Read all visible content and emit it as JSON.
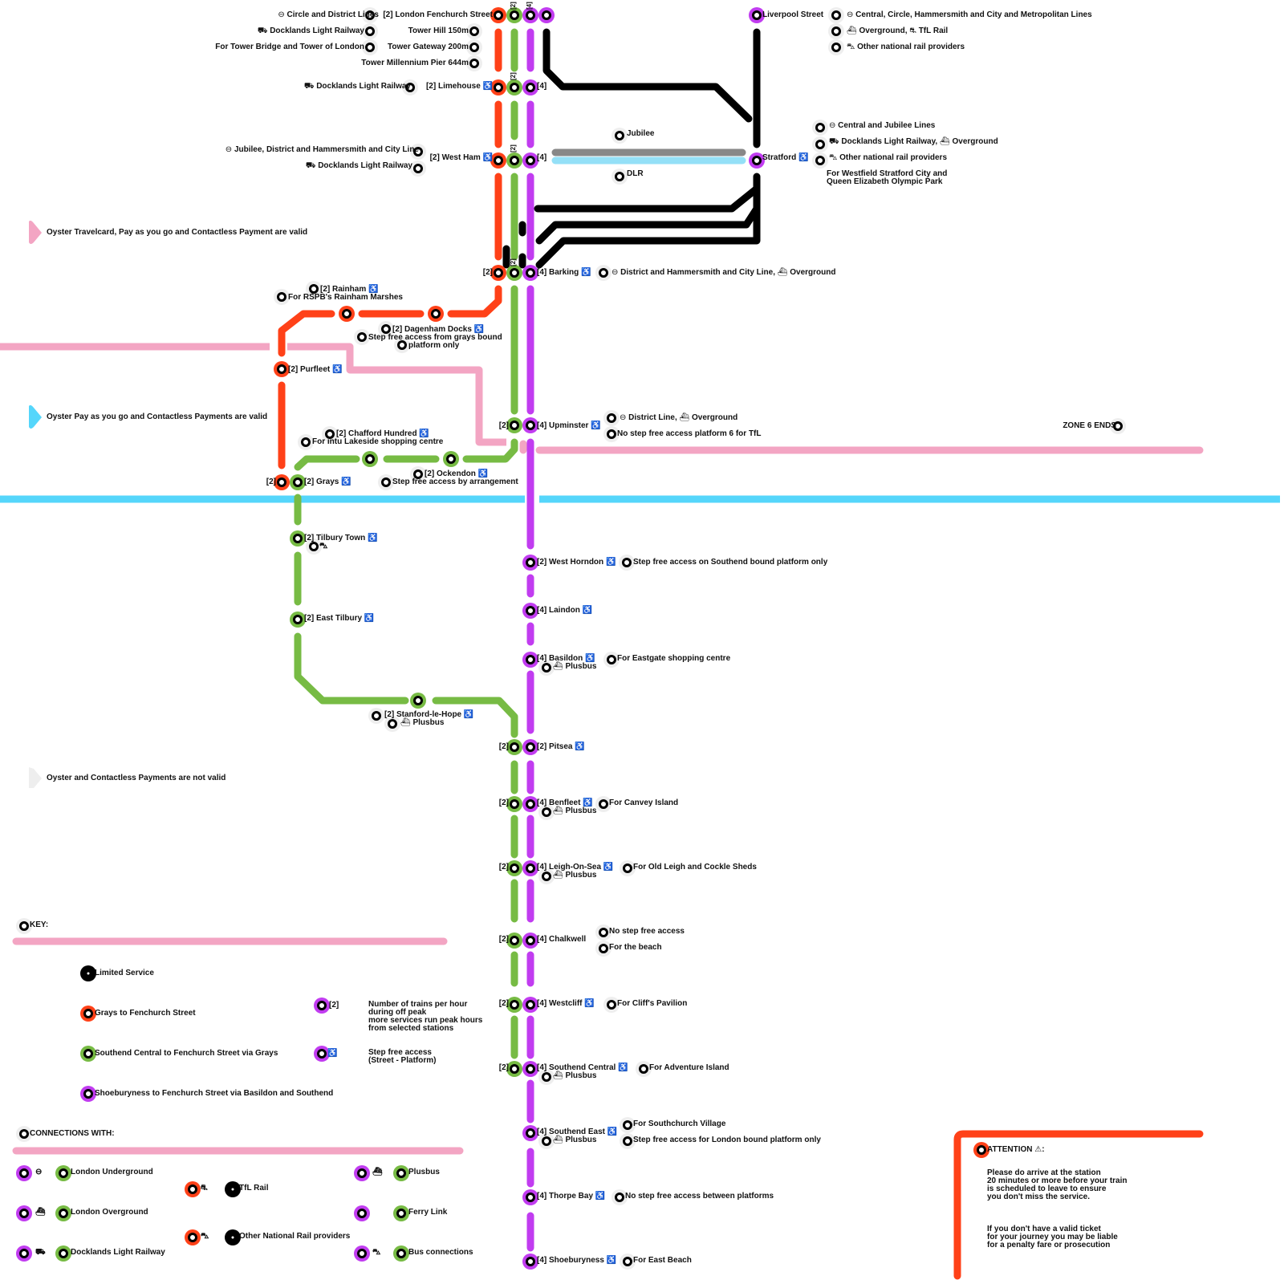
{
  "colors": {
    "grays": "#ff4118",
    "southend_grays": "#77bb44",
    "shoeburyness": "#c13cf0",
    "limited": "#000000",
    "zone_pink": "#f3a5c3",
    "zone_blue": "#55d6fb",
    "jubilee_grey": "#888888",
    "dlr_blue": "#94e0f7",
    "marker_halo": "#eeeeee"
  },
  "icons": {
    "underground": "⊖",
    "dlr": "⛟",
    "overground": "⛴",
    "tfl_rail": "⛐",
    "national_rail": "⛍",
    "bus": "⛍",
    "step_free": "♿",
    "warning": "⚠"
  },
  "stations": {
    "fenchurch": {
      "name": "[2] London Fenchurch Street",
      "col2": "[2]",
      "col4": "[4]",
      "notes_left": [
        "Circle and District Lines",
        "Docklands Light Railway",
        "For Tower Bridge and Tower of London"
      ],
      "walks": [
        "Tower Hill 150m",
        "Tower Gateway 200m",
        "Tower Millennium Pier 644m"
      ]
    },
    "liverpool": {
      "name": "Liverpool Street",
      "notes": [
        "Central, Circle, Hammersmith and City and Metropolitan Lines",
        "Overground,",
        "TfL Rail",
        "Other national rail providers"
      ]
    },
    "limehouse": {
      "name": "[2] Limehouse",
      "col2": "[2]",
      "col4": "[4]",
      "note": "Docklands Light Railway"
    },
    "westham": {
      "name": "[2] West Ham",
      "col2": "[2]",
      "col4": "[4]",
      "notes": [
        "Jubilee, District and Hammersmith and City Line",
        "Docklands Light Railway"
      ]
    },
    "stratford": {
      "name": "Stratford",
      "jubilee": "Jubilee",
      "dlr": "DLR",
      "notes": [
        "Central and Jubilee Lines",
        "Docklands Light Railway,",
        "Overground",
        "Other national rail providers",
        "For Westfield Stratford City and",
        "Queen Elizabeth Olympic Park"
      ]
    },
    "barking": {
      "name": "[4] Barking",
      "left": "[2]",
      "col2": "[2]",
      "note": "District and Hammersmith and City Line,",
      "note2": "Overground"
    },
    "rainham": {
      "name": "[2] Rainham",
      "note": "For RSPB's Rainham Marshes"
    },
    "dagenham": {
      "name": "[2] Dagenham Docks",
      "note1": "Step free access from grays bound",
      "note2": "platform only"
    },
    "purfleet": {
      "name": "[2] Purfleet"
    },
    "upminster": {
      "name": "[4] Upminster",
      "left": "[2]",
      "note1": "District Line,",
      "note1b": "Overground",
      "note2": "No step free access platform 6 for TfL"
    },
    "chafford": {
      "name": "[2] Chafford Hundred",
      "note": "For intu Lakeside shopping centre"
    },
    "ockendon": {
      "name": "[2] Ockendon",
      "note": "Step free access by arrangement"
    },
    "grays": {
      "name": "[2] Grays",
      "left": "[2]"
    },
    "tilbury_town": {
      "name": "[2] Tilbury Town"
    },
    "east_tilbury": {
      "name": "[2] East Tilbury"
    },
    "stanford": {
      "name": "[2] Stanford-le-Hope",
      "bus": "Plusbus"
    },
    "west_horndon": {
      "name": "[2] West Horndon",
      "note": "Step free access on Southend bound platform only"
    },
    "laindon": {
      "name": "[4] Laindon"
    },
    "basildon": {
      "name": "[4] Basildon",
      "bus": "Plusbus",
      "note": "For Eastgate shopping centre"
    },
    "pitsea": {
      "name": "[2] Pitsea",
      "left": "[2]"
    },
    "benfleet": {
      "name": "[4] Benfleet",
      "left": "[2]",
      "bus": "Plusbus",
      "note": "For Canvey Island"
    },
    "leigh": {
      "name": "[4] Leigh-On-Sea",
      "left": "[2]",
      "bus": "Plusbus",
      "note": "For Old Leigh and Cockle Sheds"
    },
    "chalkwell": {
      "name": "[4] Chalkwell",
      "left": "[2]",
      "note1": "No step free access",
      "note2": "For the beach"
    },
    "westcliff": {
      "name": "[4] Westcliff",
      "left": "[2]",
      "note": "For Cliff's Pavilion"
    },
    "southend_central": {
      "name": "[4] Southend Central",
      "left": "[2]",
      "bus": "Plusbus",
      "note": "For Adventure Island"
    },
    "southend_east": {
      "name": "[4] Southend East",
      "bus": "Plusbus",
      "note1": "For Southchurch Village",
      "note2": "Step free access for London bound platform only"
    },
    "thorpe_bay": {
      "name": "[4] Thorpe Bay",
      "note": "No step free access between platforms"
    },
    "shoeburyness": {
      "name": "[4] Shoeburyness",
      "note": "For East Beach"
    }
  },
  "zones": {
    "pink": "Oyster Travelcard, Pay as you go and Contactless Payment are valid",
    "blue": "Oyster Pay as you go and Contactless Payments are valid",
    "grey": "Oyster and Contactless Payments are not valid",
    "zone6": "ZONE 6 ENDS"
  },
  "key": {
    "title": "KEY:",
    "lines": [
      {
        "label": "Limited Service",
        "color": "#000000"
      },
      {
        "label": "Grays to Fenchurch Street",
        "color": "#ff4118"
      },
      {
        "label": "Southend Central to Fenchurch Street via Grays",
        "color": "#77bb44"
      },
      {
        "label": "Shoeburyness to Fenchurch Street via Basildon and Southend",
        "color": "#c13cf0"
      }
    ],
    "trains_marker": "[2]",
    "trains_text": "Number of trains per hour\nduring off peak\nmore services run peak hours\nfrom selected stations",
    "stepfree_text": "Step free access\n(Street - Platform)"
  },
  "connections": {
    "title": "CONNECTIONS WITH:",
    "items": [
      "London Underground",
      "TfL Rail",
      "London Overground",
      "Other National Rail providers",
      "Docklands Light Railway",
      "Plusbus",
      "Ferry Link",
      "Bus connections"
    ]
  },
  "attention": {
    "title": "ATTENTION",
    "para1": "Please do arrive at the station\n20 minutes or more before your train\nis scheduled to leave to ensure\nyou don't miss the service.",
    "para2": "If you don't have a valid ticket\nfor your journey you may be liable\nfor a penalty fare or prosecution"
  }
}
